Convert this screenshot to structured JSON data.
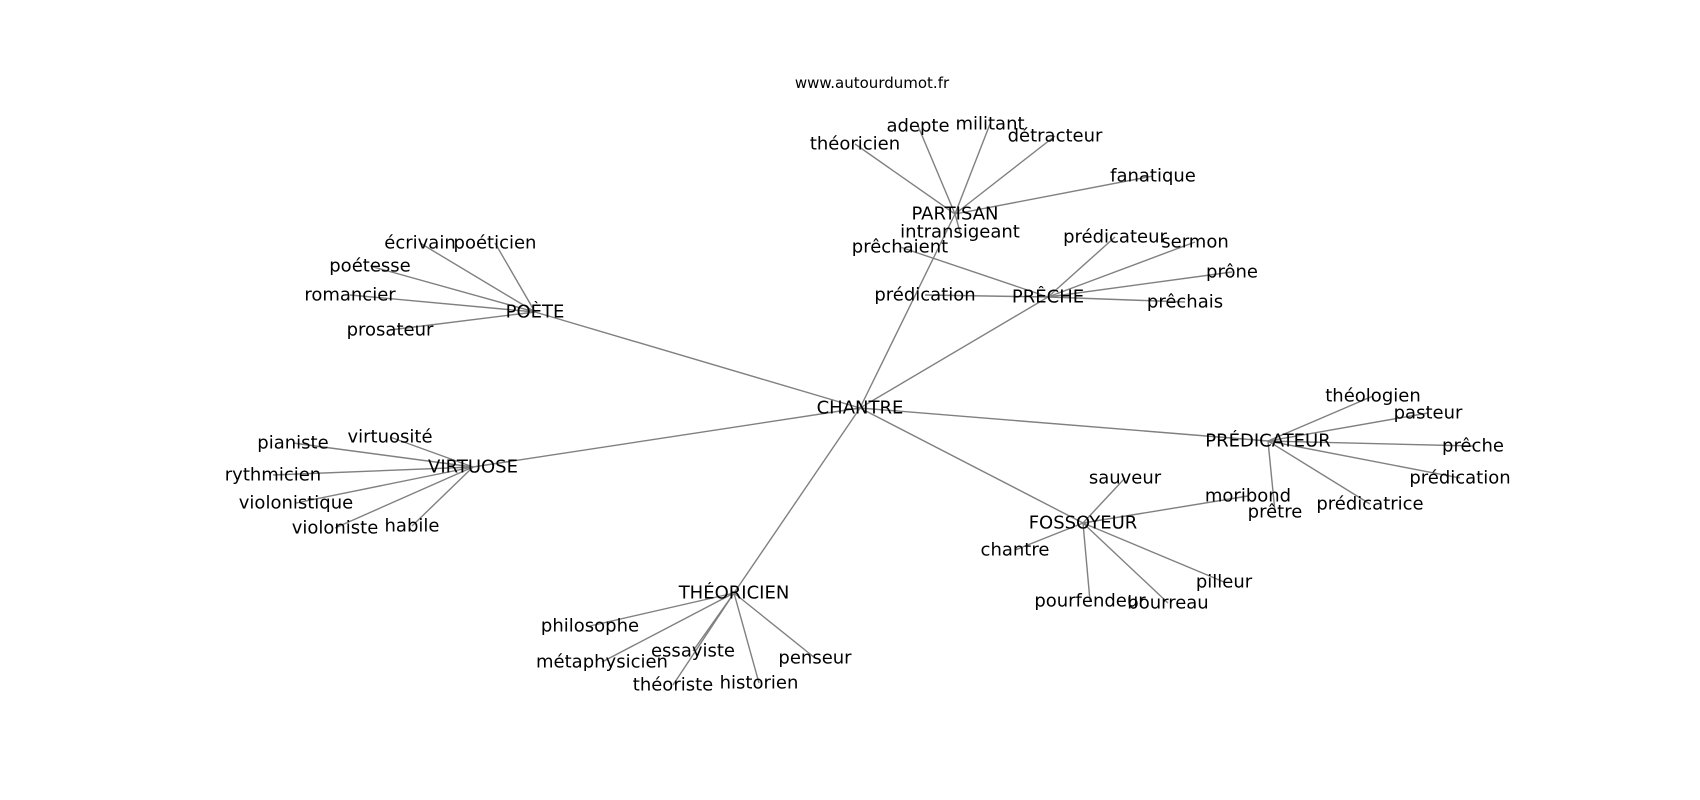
{
  "watermark": "www.autourdumot.fr",
  "center": "CHANTRE",
  "groups": [
    {
      "hub": "PARTISAN",
      "words": [
        "théoricien",
        "adepte",
        "militant",
        "détracteur",
        "fanatique",
        "intransigeant"
      ]
    },
    {
      "hub": "PRÊCHE",
      "words": [
        "prêchaient",
        "prédication",
        "prédicateur",
        "sermon",
        "prône",
        "prêchais"
      ]
    },
    {
      "hub": "POÈTE",
      "words": [
        "écrivain",
        "poéticien",
        "poétesse",
        "romancier",
        "prosateur"
      ]
    },
    {
      "hub": "VIRTUOSE",
      "words": [
        "virtuosité",
        "pianiste",
        "rythmicien",
        "violonistique",
        "violoniste",
        "habile"
      ]
    },
    {
      "hub": "PRÉDICATEUR",
      "words": [
        "théologien",
        "pasteur",
        "prêche",
        "prédication",
        "prêtre",
        "prédicatrice"
      ]
    },
    {
      "hub": "FOSSOYEUR",
      "words": [
        "sauveur",
        "moribond",
        "chantre",
        "pilleur",
        "bourreau",
        "pourfendeur"
      ]
    },
    {
      "hub": "THÉORICIEN",
      "words": [
        "philosophe",
        "métaphysicien",
        "essayiste",
        "théoriste",
        "historien",
        "penseur"
      ]
    }
  ]
}
